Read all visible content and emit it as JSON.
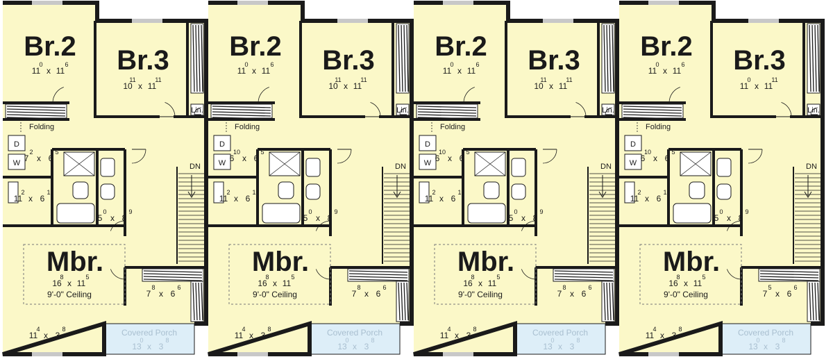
{
  "units": [
    {
      "br2": {
        "label": "Br.2",
        "w": "11",
        "wi": "0",
        "h": "11",
        "hi": "6"
      },
      "br3": {
        "label": "Br.3",
        "w": "10",
        "wi": "11",
        "h": "11",
        "hi": "11"
      },
      "lin": "Lin.",
      "folding": "Folding",
      "dryer": "D",
      "washer": "W",
      "laundry": {
        "w": "7",
        "wi": "2",
        "h": "6",
        "hi": "5"
      },
      "closet": {
        "w": "11",
        "wi": "2",
        "h": "6",
        "hi": "1"
      },
      "bath": {
        "w": "5",
        "wi": "0",
        "h": "8",
        "hi": "9"
      },
      "dn": "DN",
      "mbr": {
        "label": "Mbr.",
        "w": "16",
        "wi": "8",
        "h": "11",
        "hi": "5",
        "ceiling": "9'-0\" Ceiling"
      },
      "wic": {
        "w": "7",
        "wi": "8",
        "h": "6",
        "hi": "6"
      },
      "hall": {
        "w": "11",
        "wi": "4",
        "h": "3",
        "hi": "8"
      },
      "porch": {
        "label": "Covered Porch",
        "w": "13",
        "wi": "0",
        "h": "3",
        "hi": "8"
      }
    },
    {
      "br2": {
        "label": "Br.2",
        "w": "11",
        "wi": "0",
        "h": "11",
        "hi": "6"
      },
      "br3": {
        "label": "Br.3",
        "w": "10",
        "wi": "11",
        "h": "11",
        "hi": "11"
      },
      "lin": "Lin.",
      "folding": "Folding",
      "dryer": "D",
      "washer": "W",
      "laundry": {
        "w": "6",
        "wi": "10",
        "h": "6",
        "hi": "5"
      },
      "closet": {
        "w": "11",
        "wi": "2",
        "h": "6",
        "hi": "1"
      },
      "bath": {
        "w": "5",
        "wi": "0",
        "h": "8",
        "hi": "9"
      },
      "dn": "DN",
      "mbr": {
        "label": "Mbr.",
        "w": "16",
        "wi": "8",
        "h": "11",
        "hi": "5",
        "ceiling": "9'-0\" Ceiling"
      },
      "wic": {
        "w": "7",
        "wi": "8",
        "h": "6",
        "hi": "6"
      },
      "hall": {
        "w": "11",
        "wi": "4",
        "h": "3",
        "hi": "8"
      },
      "porch": {
        "label": "Covered Porch",
        "w": "13",
        "wi": "0",
        "h": "3",
        "hi": "8"
      }
    },
    {
      "br2": {
        "label": "Br.2",
        "w": "11",
        "wi": "0",
        "h": "11",
        "hi": "6"
      },
      "br3": {
        "label": "Br.3",
        "w": "10",
        "wi": "11",
        "h": "11",
        "hi": "11"
      },
      "lin": "Lin.",
      "folding": "Folding",
      "dryer": "D",
      "washer": "W",
      "laundry": {
        "w": "6",
        "wi": "10",
        "h": "6",
        "hi": "5"
      },
      "closet": {
        "w": "11",
        "wi": "2",
        "h": "6",
        "hi": "1"
      },
      "bath": {
        "w": "5",
        "wi": "0",
        "h": "8",
        "hi": "9"
      },
      "dn": "DN",
      "mbr": {
        "label": "Mbr.",
        "w": "16",
        "wi": "8",
        "h": "11",
        "hi": "5",
        "ceiling": "9'-0\" Ceiling"
      },
      "wic": {
        "w": "7",
        "wi": "8",
        "h": "6",
        "hi": "6"
      },
      "hall": {
        "w": "11",
        "wi": "4",
        "h": "3",
        "hi": "8"
      },
      "porch": {
        "label": "Covered Porch",
        "w": "13",
        "wi": "0",
        "h": "3",
        "hi": "8"
      }
    },
    {
      "br2": {
        "label": "Br.2",
        "w": "11",
        "wi": "0",
        "h": "11",
        "hi": "6"
      },
      "br3": {
        "label": "Br.3",
        "w": "11",
        "wi": "0",
        "h": "11",
        "hi": "11"
      },
      "lin": "Lin.",
      "folding": "Folding",
      "dryer": "D",
      "washer": "W",
      "laundry": {
        "w": "6",
        "wi": "10",
        "h": "6",
        "hi": "5"
      },
      "closet": {
        "w": "11",
        "wi": "2",
        "h": "6",
        "hi": "1"
      },
      "bath": {
        "w": "5",
        "wi": "0",
        "h": "8",
        "hi": "9"
      },
      "dn": "DN",
      "mbr": {
        "label": "Mbr.",
        "w": "16",
        "wi": "8",
        "h": "11",
        "hi": "5",
        "ceiling": "9'-0\" Ceiling"
      },
      "wic": {
        "w": "7",
        "wi": "5",
        "h": "6",
        "hi": "6"
      },
      "hall": {
        "w": "11",
        "wi": "4",
        "h": "3",
        "hi": "8"
      },
      "porch": {
        "label": "Covered Porch",
        "w": "13",
        "wi": "0",
        "h": "3",
        "hi": "8"
      }
    }
  ],
  "colors": {
    "floor": "#fbf8c8",
    "wall": "#1a1a1a",
    "porch": "#ddeef8",
    "porch_text": "#a9bfd0",
    "fixture": "#ffffff",
    "window": "#c8c8c8"
  }
}
